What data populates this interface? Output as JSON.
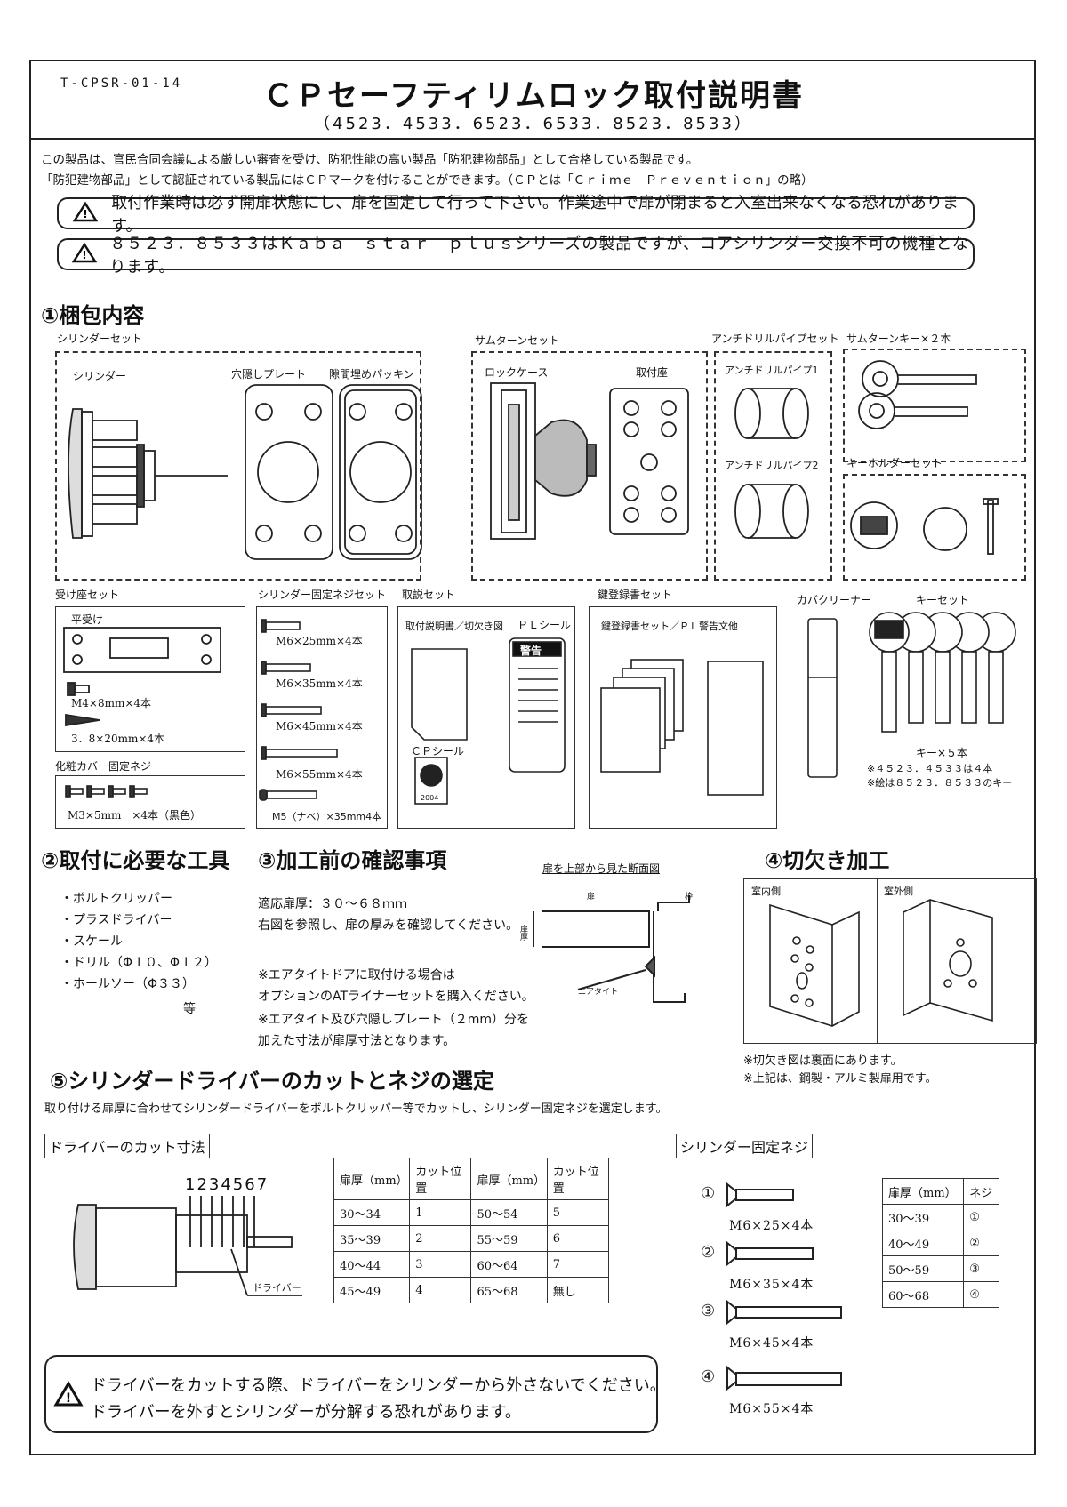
{
  "header": {
    "doc_id": "T-CPSR-01-14",
    "title": "ＣＰセーフティリムロック取付説明書",
    "models": "（4523．4533．6523．6533．8523．8533）"
  },
  "intro": {
    "line1": "この製品は、官民合同会議による厳しい審査を受け、防犯性能の高い製品「防犯建物部品」として合格している製品です。",
    "line2": "「防犯建物部品」として認証されている製品にはＣＰマークを付けることができます。（ＣＰとは「Ｃｒｉｍｅ　Ｐｒｅｖｅｎｔｉｏｎ」の略）"
  },
  "warnings": [
    "取付作業時は必ず開扉状態にし、扉を固定して行って下さい。作業途中で扉が閉まると入室出来なくなる恐れがあります。",
    "８５２３．８５３３はＫａｂａ　ｓｔａｒ　ｐｌｕｓシリーズの製品ですが、コアシリンダー交換不可の機種となります。"
  ],
  "section1": {
    "title": "①梱包内容",
    "cylinder_set": {
      "title": "シリンダーセット",
      "cylinder": "シリンダー",
      "hidden_plate": "穴隠しプレート",
      "gap_packing": "隙間埋めパッキン"
    },
    "thumbturn_set": {
      "title": "サムターンセット",
      "lock_case": "ロックケース",
      "mount_seat": "取付座"
    },
    "antidrill_set": {
      "title": "アンチドリルパイプセット",
      "pipe1": "アンチドリルパイプ1",
      "pipe2": "アンチドリルパイプ2"
    },
    "thumbturn_key": {
      "title": "サムターンキー×２本"
    },
    "keyholder_set": {
      "title": "キーホルダーセット"
    },
    "strike_set": {
      "title": "受け座セット",
      "flat": "平受け",
      "screw1": "M4×8mm×4本",
      "screw2": "3．8×20mm×4本"
    },
    "cover_screw": {
      "title": "化粧カバー固定ネジ",
      "spec": "M3×5mm　×4本（黒色）"
    },
    "cyl_screw_set": {
      "title": "シリンダー固定ネジセット",
      "s1": "M6×25mm×4本",
      "s2": "M6×35mm×4本",
      "s3": "M6×45mm×4本",
      "s4": "M6×55mm×4本",
      "s5": "M5（ナベ）×35mm4本"
    },
    "manual_set": {
      "title": "取説セット",
      "manual": "取付説明書／切欠き図",
      "pl_seal": "ＰＬシール",
      "warning": "警告",
      "cp_seal": "ＣＰシール",
      "cp_year": "2004"
    },
    "key_reg_set": {
      "title": "鍵登録書セット",
      "inner": "鍵登録書セット／ＰＬ警告文他"
    },
    "cover_cleaner": {
      "title": "カバクリーナー"
    },
    "key_set": {
      "title": "キーセット",
      "count": "キー×５本",
      "note1": "※４５２３．４５３３は４本",
      "note2": "※絵は８５２３．８５３３のキー"
    }
  },
  "section2": {
    "title": "②取付に必要な工具",
    "tools": [
      "・ボルトクリッパー",
      "・プラスドライバー",
      "・スケール",
      "・ドリル（Φ１０、Φ１２）",
      "・ホールソー（Φ３３）"
    ],
    "etc": "等"
  },
  "section3": {
    "title": "③加工前の確認事項",
    "door_thickness": "適応扉厚：３０～６８ｍｍ",
    "check": "右図を参照し、扉の厚みを確認してください。",
    "note1a": "※エアタイトドアに取付ける場合は",
    "note1b": "オプションのATライナーセットを購入ください。",
    "note2a": "※エアタイト及び穴隠しプレート（２mm）分を",
    "note2b": "加えた寸法が扉厚寸法となります。",
    "diagram_title": "扉を上部から見た断面図",
    "door_label": "扉",
    "frame_label": "枠",
    "thickness_label": "扉厚",
    "airtight_label": "エアタイト"
  },
  "section4": {
    "title": "④切欠き加工",
    "inside": "室内側",
    "outside": "室外側",
    "note1": "※切欠き図は裏面にあります。",
    "note2": "※上記は、鋼製・アルミ製扉用です。"
  },
  "section5": {
    "title": "⑤シリンダードライバーのカットとネジの選定",
    "desc": "取り付ける扉厚に合わせてシリンダードライバーをボルトクリッパー等でカットし、シリンダー固定ネジを選定します。",
    "cut_title": "ドライバーのカット寸法",
    "cut_numbers": "1234567",
    "driver_label": "ドライバー",
    "cut_table": {
      "headers": [
        "扉厚（mm）",
        "カット位置",
        "扉厚（mm）",
        "カット位置"
      ],
      "rows": [
        [
          "30～34",
          "1",
          "50～54",
          "5"
        ],
        [
          "35～39",
          "2",
          "55～59",
          "6"
        ],
        [
          "40～44",
          "3",
          "60～64",
          "7"
        ],
        [
          "45～49",
          "4",
          "65～68",
          "無し"
        ]
      ]
    },
    "screw_title": "シリンダー固定ネジ",
    "screws": [
      {
        "num": "①",
        "spec": "M6×25×4本"
      },
      {
        "num": "②",
        "spec": "M6×35×4本"
      },
      {
        "num": "③",
        "spec": "M6×45×4本"
      },
      {
        "num": "④",
        "spec": "M6×55×4本"
      }
    ],
    "screw_table": {
      "headers": [
        "扉厚（mm）",
        "ネジ"
      ],
      "rows": [
        [
          "30～39",
          "①"
        ],
        [
          "40～49",
          "②"
        ],
        [
          "50～59",
          "③"
        ],
        [
          "60～68",
          "④"
        ]
      ]
    },
    "caution1": "ドライバーをカットする際、ドライバーをシリンダーから外さないでください。",
    "caution2": "ドライバーを外すとシリンダーが分解する恐れがあります。"
  }
}
